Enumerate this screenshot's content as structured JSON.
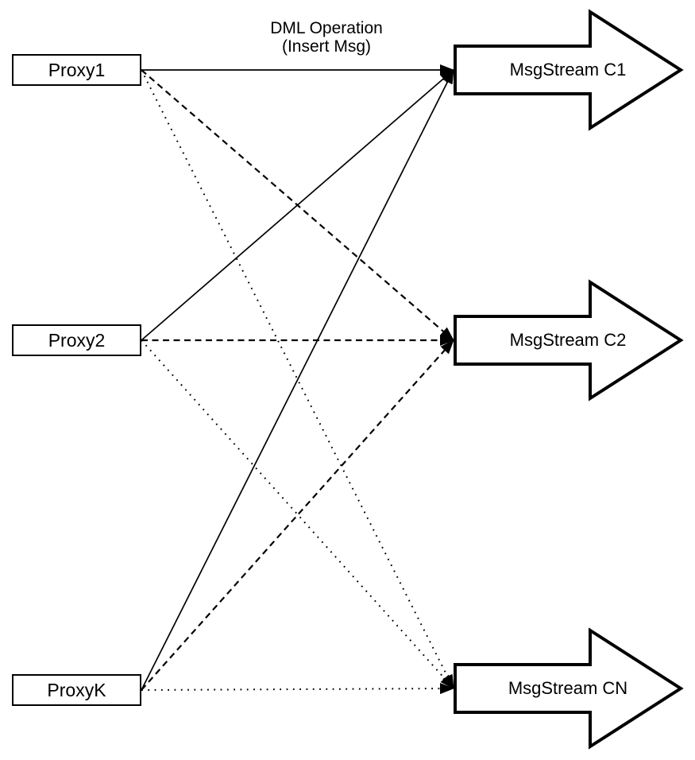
{
  "diagram": {
    "title_lines": [
      "DML Operation",
      "(Insert Msg)"
    ],
    "proxies": [
      {
        "id": "proxy1",
        "label": "Proxy1"
      },
      {
        "id": "proxy2",
        "label": "Proxy2"
      },
      {
        "id": "proxyk",
        "label": "ProxyK"
      }
    ],
    "streams": [
      {
        "id": "c1",
        "label": "MsgStream C1"
      },
      {
        "id": "c2",
        "label": "MsgStream C2"
      },
      {
        "id": "cn",
        "label": "MsgStream CN"
      }
    ],
    "connections": [
      {
        "from": "proxy1",
        "to": "c1",
        "style": "solid"
      },
      {
        "from": "proxy1",
        "to": "c2",
        "style": "dashed"
      },
      {
        "from": "proxy1",
        "to": "cn",
        "style": "dotted"
      },
      {
        "from": "proxy2",
        "to": "c1",
        "style": "solid"
      },
      {
        "from": "proxy2",
        "to": "c2",
        "style": "dashed"
      },
      {
        "from": "proxy2",
        "to": "cn",
        "style": "dotted"
      },
      {
        "from": "proxyk",
        "to": "c1",
        "style": "solid"
      },
      {
        "from": "proxyk",
        "to": "c2",
        "style": "dashed"
      },
      {
        "from": "proxyk",
        "to": "cn",
        "style": "dotted"
      }
    ],
    "colors": {
      "line": "#000000",
      "shape_fill": "#ffffff",
      "background": "#ffffff"
    }
  }
}
